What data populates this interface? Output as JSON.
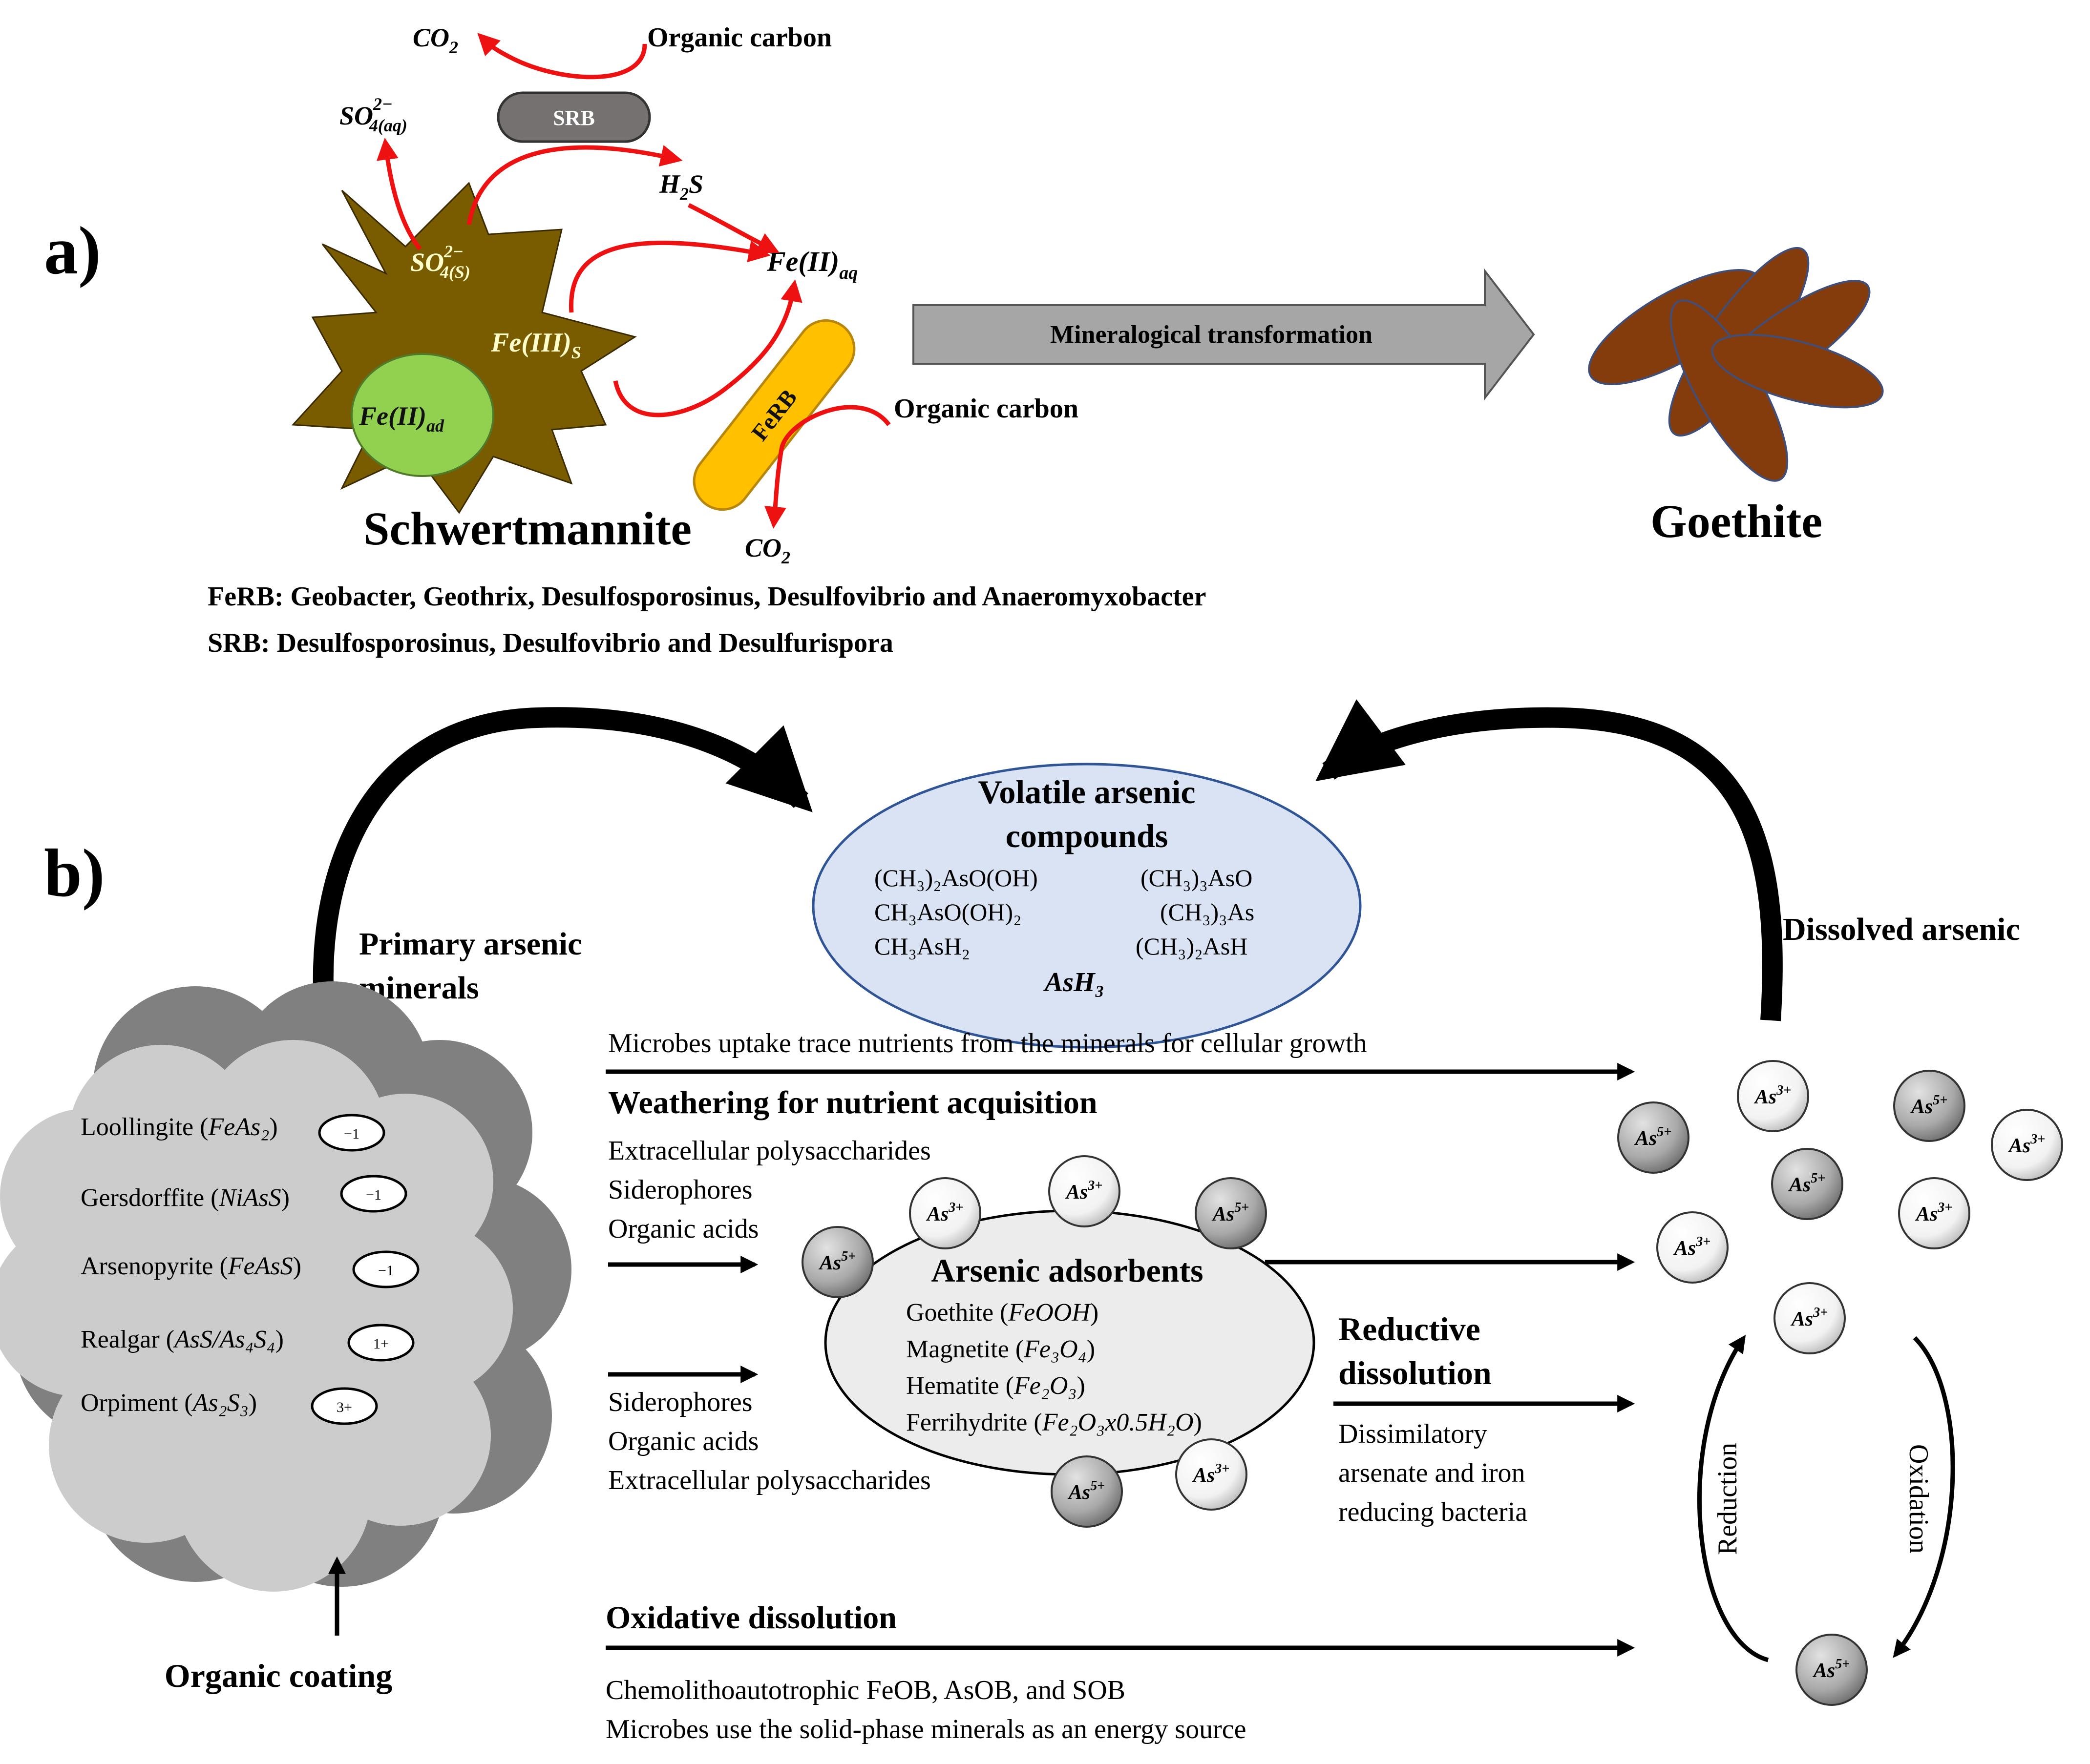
{
  "panel_a": {
    "label": "a)",
    "co2_top": "CO",
    "co2_top_sub": "2",
    "organic_carbon_top": "Organic carbon",
    "srb": "SRB",
    "so4_aq": "SO",
    "so4_aq_sub": "4(aq)",
    "so4_aq_sup": "2−",
    "h2s_h": "H",
    "h2s_sub": "2",
    "h2s_s": "S",
    "so4_s": "SO",
    "so4_s_sub": "4(S)",
    "so4_s_sup": "2−",
    "fe2aq": "Fe(II)",
    "fe2aq_sub": "aq",
    "fe3s": "Fe(III)",
    "fe3s_sub": "S",
    "fe2ad": "Fe(II)",
    "fe2ad_sub": "ad",
    "ferb": "FeRB",
    "organic_carbon_bottom": "Organic carbon",
    "co2_bottom": "CO",
    "co2_bottom_sub": "2",
    "transformation": "Mineralogical transformation",
    "schwertmannite": "Schwertmannite",
    "goethite": "Goethite",
    "ferb_line": "FeRB: Geobacter, Geothrix, Desulfosporosinus, Desulfovibrio and Anaeromyxobacter",
    "srb_line": "SRB: Desulfosporosinus, Desulfovibrio and Desulfurispora"
  },
  "panel_b": {
    "label": "b)",
    "volatile_title_1": "Volatile arsenic",
    "volatile_title_2": "compounds",
    "volatile_compounds": [
      "(CH₃)₂AsO(OH)",
      "(CH₃)₃AsO",
      "CH₃AsO(OH)₂",
      "(CH₃)₃As",
      "CH₃AsH₂",
      "(CH₃)₂AsH"
    ],
    "ash3": "AsH₃",
    "primary_1": "Primary arsenic",
    "primary_2": "minerals",
    "dissolved": "Dissolved arsenic",
    "minerals": [
      {
        "name": "Loollingite (",
        "formula": "FeAs₂",
        "close": ")",
        "charge": "−1"
      },
      {
        "name": "Gersdorffite (",
        "formula": "NiAsS",
        "close": ")",
        "charge": "−1"
      },
      {
        "name": "Arsenopyrite (",
        "formula": "FeAsS",
        "close": ")",
        "charge": "−1"
      },
      {
        "name": "Realgar (",
        "formula": "AsS/As₄S₄",
        "close": ")",
        "charge": "1+"
      },
      {
        "name": "Orpiment (",
        "formula": "As₂S₃",
        "close": ")",
        "charge": "3+"
      }
    ],
    "organic_coating": "Organic coating",
    "uptake": "Microbes uptake trace nutrients from the minerals for cellular growth",
    "weathering": "Weathering for nutrient acquisition",
    "weathering_items": [
      "Extracellular polysaccharides",
      "Siderophores",
      "Organic acids"
    ],
    "lower_items": [
      "Siderophores",
      "Organic acids",
      "Extracellular polysaccharides"
    ],
    "adsorbents_title": "Arsenic adsorbents",
    "adsorbents": [
      {
        "name": "Goethite (",
        "formula": "FeOOH",
        "close": ")"
      },
      {
        "name": "Magnetite (",
        "formula": "Fe₃O₄",
        "close": ")"
      },
      {
        "name": "Hematite (",
        "formula": "Fe₂O₃",
        "close": ")"
      },
      {
        "name": "Ferrihydrite (",
        "formula": "Fe₂O₃x0.5H₂O",
        "close": ")"
      }
    ],
    "reductive_1": "Reductive",
    "reductive_2": "dissolution",
    "reductive_desc": [
      "Dissimilatory",
      "arsenate and iron",
      "reducing bacteria"
    ],
    "oxidative": "Oxidative dissolution",
    "oxidative_desc": [
      "Chemolithoautotrophic FeOB, AsOB, and SOB",
      "Microbes use the solid-phase minerals as an energy source"
    ],
    "reduction": "Reduction",
    "oxidation": "Oxidation",
    "as3": "As",
    "as3_sup": "3+",
    "as5": "As",
    "as5_sup": "5+"
  }
}
